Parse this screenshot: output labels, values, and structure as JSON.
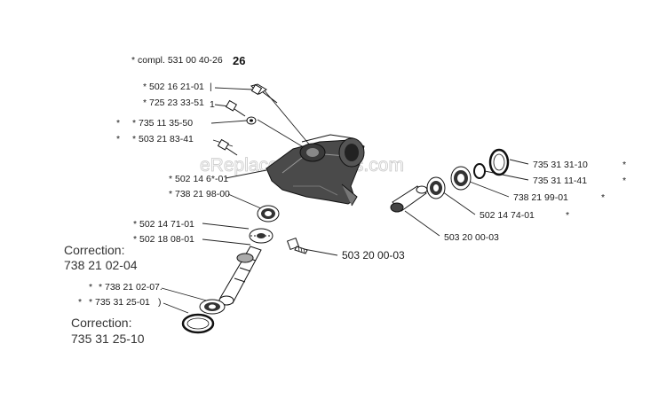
{
  "diagram": {
    "title_label": "* compl. 531 00 40-26",
    "title_ref": "26",
    "watermark": "eReplacementParts.com",
    "parts_left": [
      {
        "label": "* 502 16 21-01",
        "suffix": "|"
      },
      {
        "label": "* 725 23 33-51",
        "suffix": "1"
      },
      {
        "label": "* 735 11 35-50",
        "prefix": "*"
      },
      {
        "label": "* 503 21 83-41",
        "prefix": "*"
      },
      {
        "label": "* 502 14 6*-01"
      },
      {
        "label": "* 738 21 98-00"
      },
      {
        "label": "* 502 14 71-01"
      },
      {
        "label": "* 502 18 08-01"
      },
      {
        "label": "* 738 21 02-07.",
        "prefix": "*"
      },
      {
        "label": "* 735 31 25-01",
        "prefix": "*",
        "suffix": ")"
      }
    ],
    "parts_right": [
      {
        "label": "735 31 31-10",
        "suffix": "*"
      },
      {
        "label": "735 31 11-41",
        "suffix": "*"
      },
      {
        "label": "738 21 99-01",
        "suffix": "*"
      },
      {
        "label": "502 14 74-01",
        "suffix": "*"
      },
      {
        "label": "503 20 00-03"
      }
    ],
    "screw_label": "503 20 00-03",
    "corrections": [
      {
        "heading": "Correction:",
        "value": "738 21 02-04"
      },
      {
        "heading": "Correction:",
        "value": "735 31 25-10"
      }
    ]
  }
}
